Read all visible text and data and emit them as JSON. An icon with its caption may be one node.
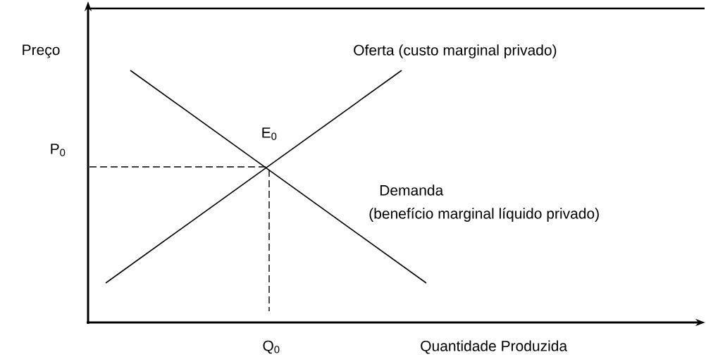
{
  "diagram": {
    "labels": [
      "Preço",
      "Oferta (custo marginal privado)",
      "P$_{0}$",
      "E$_{0}$",
      "Demanda",
      "(benefício marginal líquido privado)",
      "Q$_{0}$",
      "Quantidade Produzida"
    ]
  }
}
